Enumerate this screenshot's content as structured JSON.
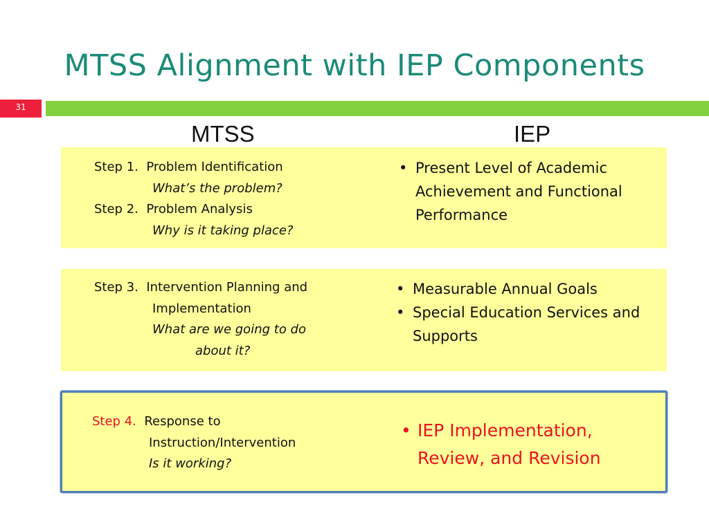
{
  "title": "MTSS Alignment with IEP Components",
  "slide_number": "31",
  "columns": {
    "mtss": "MTSS",
    "iep": "IEP"
  },
  "rows": [
    {
      "mtss": {
        "step1_label": "Step 1.",
        "step1_name": "Problem Identification",
        "step1_question": "What’s the problem?",
        "step2_label": "Step 2.",
        "step2_name": "Problem Analysis",
        "step2_question": "Why is it taking place?"
      },
      "iep": [
        "Present Level of Academic Achievement and Functional Performance"
      ]
    },
    {
      "mtss": {
        "step3_label": "Step 3.",
        "step3_name_a": "Intervention Planning and",
        "step3_name_b": "Implementation",
        "step3_question_a": "What are we going to do",
        "step3_question_b": "about it?"
      },
      "iep": [
        "Measurable Annual Goals",
        "Special Education Services and Supports"
      ]
    },
    {
      "mtss": {
        "step4_label": "Step 4.",
        "step4_name_a": "Response to",
        "step4_name_b": "Instruction/Intervention",
        "step4_question": "Is it working?"
      },
      "iep": [
        "IEP Implementation, Review, and Revision"
      ]
    }
  ],
  "colors": {
    "title": "#1b8a78",
    "accent_bar": "#83d13d",
    "slide_number_bg": "#ee1f3c",
    "box_fill": "#ffff9c",
    "highlight_border": "#4f7fb8",
    "highlight_text": "#e8141f"
  }
}
